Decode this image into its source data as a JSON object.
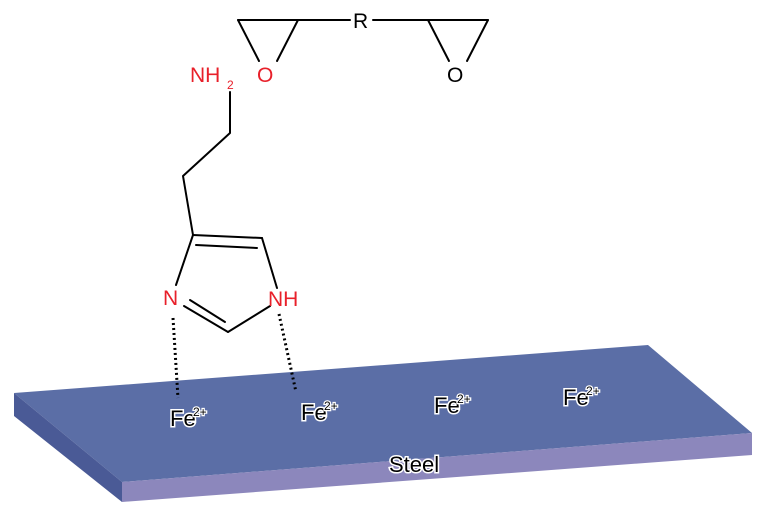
{
  "epoxy": {
    "r_group": "R",
    "ring_oxygen": "O"
  },
  "imidazole": {
    "amine": "NH",
    "amine_subscript": "2",
    "ring_nitrogen": "N",
    "ring_nh": "NH"
  },
  "surface": {
    "label": "Steel",
    "ion_symbol": "Fe",
    "ion_charge": "2+",
    "ion_count": 4
  },
  "colors": {
    "heteroatom": "#e8202a",
    "bond": "#000000",
    "slab_top": "#5b6ea6",
    "slab_front": "#8c87bc",
    "slab_side": "#4a5a96"
  }
}
